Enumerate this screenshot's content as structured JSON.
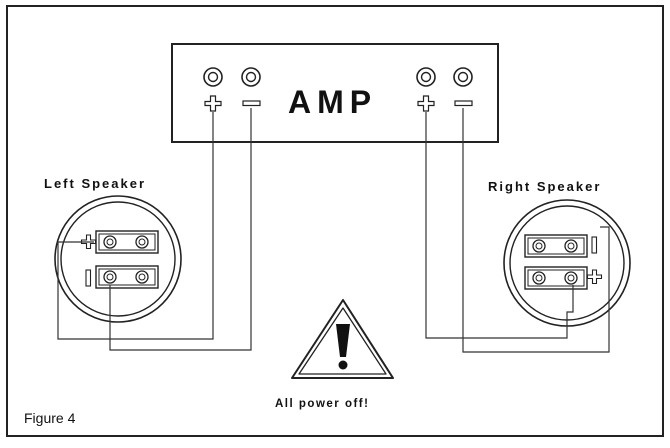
{
  "amp": {
    "label": "AMP"
  },
  "left_speaker": {
    "label": "Left Speaker"
  },
  "right_speaker": {
    "label": "Right Speaker"
  },
  "warning": {
    "text": "All power off!"
  },
  "figure": {
    "caption": "Figure 4"
  },
  "colors": {
    "line": "#222222",
    "background": "#ffffff",
    "text": "#111111"
  }
}
